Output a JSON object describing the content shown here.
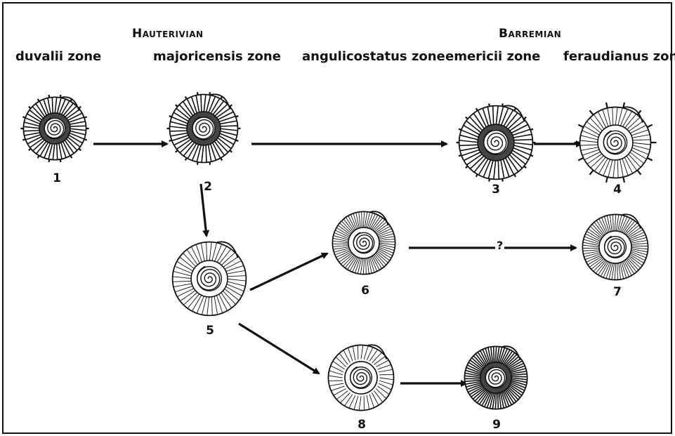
{
  "stages": {
    "hauterivian": "Hauterivian",
    "barremian": "Barremian"
  },
  "zones": {
    "duvalii": "duvalii zone",
    "majoricensis": "majoricensis zone",
    "angulicostatus": "angulicostatus zone",
    "emericii": "emericii zone",
    "feraudianus": "feraudianus zone"
  },
  "specimens": [
    {
      "id": 1,
      "label": "1",
      "style": "tuberculate"
    },
    {
      "id": 2,
      "label": "2",
      "style": "tuberculate"
    },
    {
      "id": 3,
      "label": "3",
      "style": "tuberculate"
    },
    {
      "id": 4,
      "label": "4",
      "style": "spinose"
    },
    {
      "id": 5,
      "label": "5",
      "style": "ribbed"
    },
    {
      "id": 6,
      "label": "6",
      "style": "fine-ribbed"
    },
    {
      "id": 7,
      "label": "7",
      "style": "fine-ribbed"
    },
    {
      "id": 8,
      "label": "8",
      "style": "smooth"
    },
    {
      "id": 9,
      "label": "9",
      "style": "dense-ribbed"
    }
  ],
  "links": [
    {
      "from": 1,
      "to": 2,
      "label": ""
    },
    {
      "from": 2,
      "to": 3,
      "label": ""
    },
    {
      "from": 3,
      "to": 4,
      "label": ""
    },
    {
      "from": 2,
      "to": 5,
      "label": ""
    },
    {
      "from": 5,
      "to": 6,
      "label": ""
    },
    {
      "from": 6,
      "to": 7,
      "label": "?"
    },
    {
      "from": 5,
      "to": 8,
      "label": ""
    },
    {
      "from": 8,
      "to": 9,
      "label": ""
    }
  ]
}
